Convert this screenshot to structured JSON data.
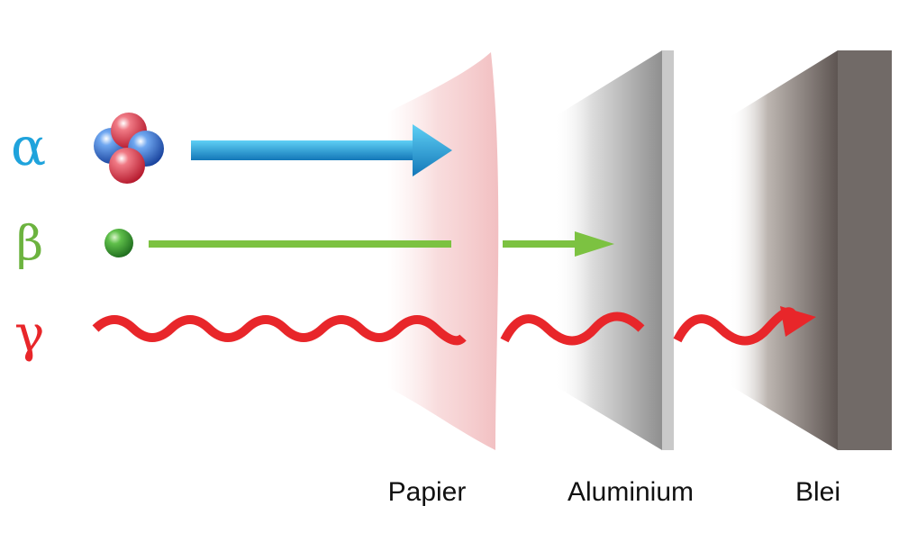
{
  "radiation": [
    {
      "symbol": "α",
      "color": "#1fa3dc"
    },
    {
      "symbol": "β",
      "color": "#6cb33f"
    },
    {
      "symbol": "γ",
      "color": "#e8262a"
    }
  ],
  "materials": [
    {
      "name": "Papier",
      "color": "#f4c6c8"
    },
    {
      "name": "Aluminium",
      "color": "#9a9a9a"
    },
    {
      "name": "Blei",
      "color": "#6f6865"
    }
  ],
  "colors": {
    "alpha_arrow": "#1fa3dc",
    "beta_arrow": "#7cc241",
    "gamma_wave": "#e8262a",
    "proton": "#d9283a",
    "neutron": "#1f5fbf",
    "electron": "#2e8a2e",
    "label_text": "#111111"
  }
}
